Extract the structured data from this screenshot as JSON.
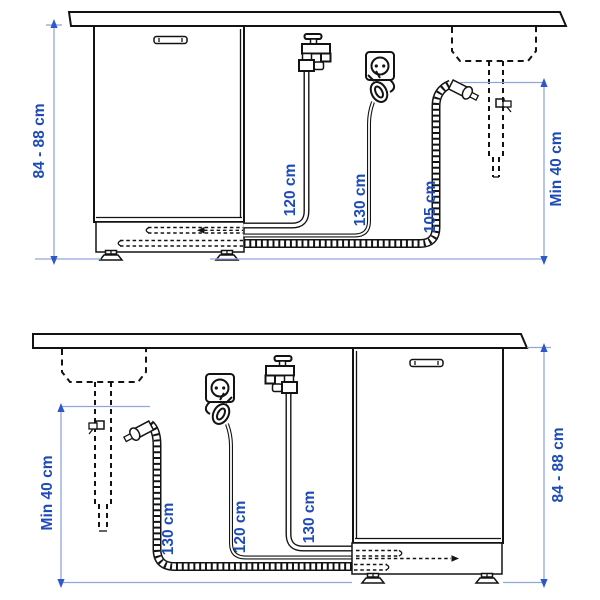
{
  "colors": {
    "label_blue": "#1e4bb8",
    "dimension_line_blue": "#8fa6dd",
    "arrow_blue": "#2e57c9",
    "line_ink": "#131313",
    "background": "#ffffff"
  },
  "top_diagram": {
    "cabinet_height_label": "84 - 88 cm",
    "supply_hose_length_label": "120 cm",
    "power_cord_length_label": "130 cm",
    "drain_hose_length_label": "105 cm",
    "drain_min_height_label": "Min 40 cm"
  },
  "bottom_diagram": {
    "drain_hose_length_label": "130 cm",
    "power_cord_length_label": "120 cm",
    "supply_hose_length_label": "130 cm",
    "drain_min_height_label": "Min 40 cm",
    "cabinet_height_label": "84 - 88 cm"
  }
}
